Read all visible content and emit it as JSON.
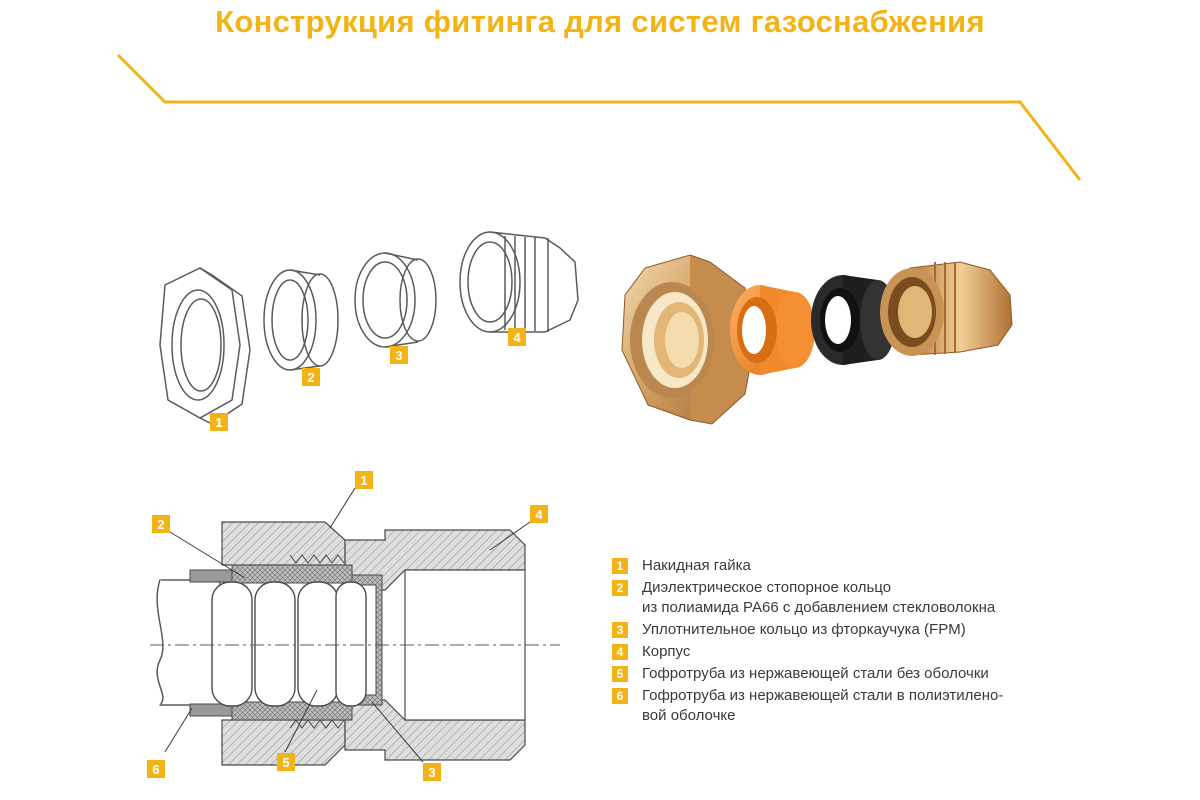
{
  "title": "Конструкция фитинга для систем газоснабжения",
  "colors": {
    "accent": "#f2b316",
    "outline": "#5a5a5a",
    "brass": "#d9a35a",
    "orange_ring": "#f08a2c",
    "black_ring": "#1e1e1e"
  },
  "exploded_labels": [
    "1",
    "2",
    "3",
    "4"
  ],
  "section_labels": [
    "1",
    "2",
    "3",
    "4",
    "5",
    "6"
  ],
  "legend": [
    {
      "num": "1",
      "lines": [
        "Накидная гайка"
      ]
    },
    {
      "num": "2",
      "lines": [
        "Диэлектрическое стопорное кольцо",
        "из полиамида РА66 с добавлением стекловолокна"
      ]
    },
    {
      "num": "3",
      "lines": [
        "Уплотнительное кольцо из фторкаучука (FPM)"
      ]
    },
    {
      "num": "4",
      "lines": [
        "Корпус"
      ]
    },
    {
      "num": "5",
      "lines": [
        "Гофротруба из нержавеющей стали без оболочки"
      ]
    },
    {
      "num": "6",
      "lines": [
        "Гофротруба из нержавеющей стали в полиэтилено-",
        "вой оболочке"
      ]
    }
  ]
}
